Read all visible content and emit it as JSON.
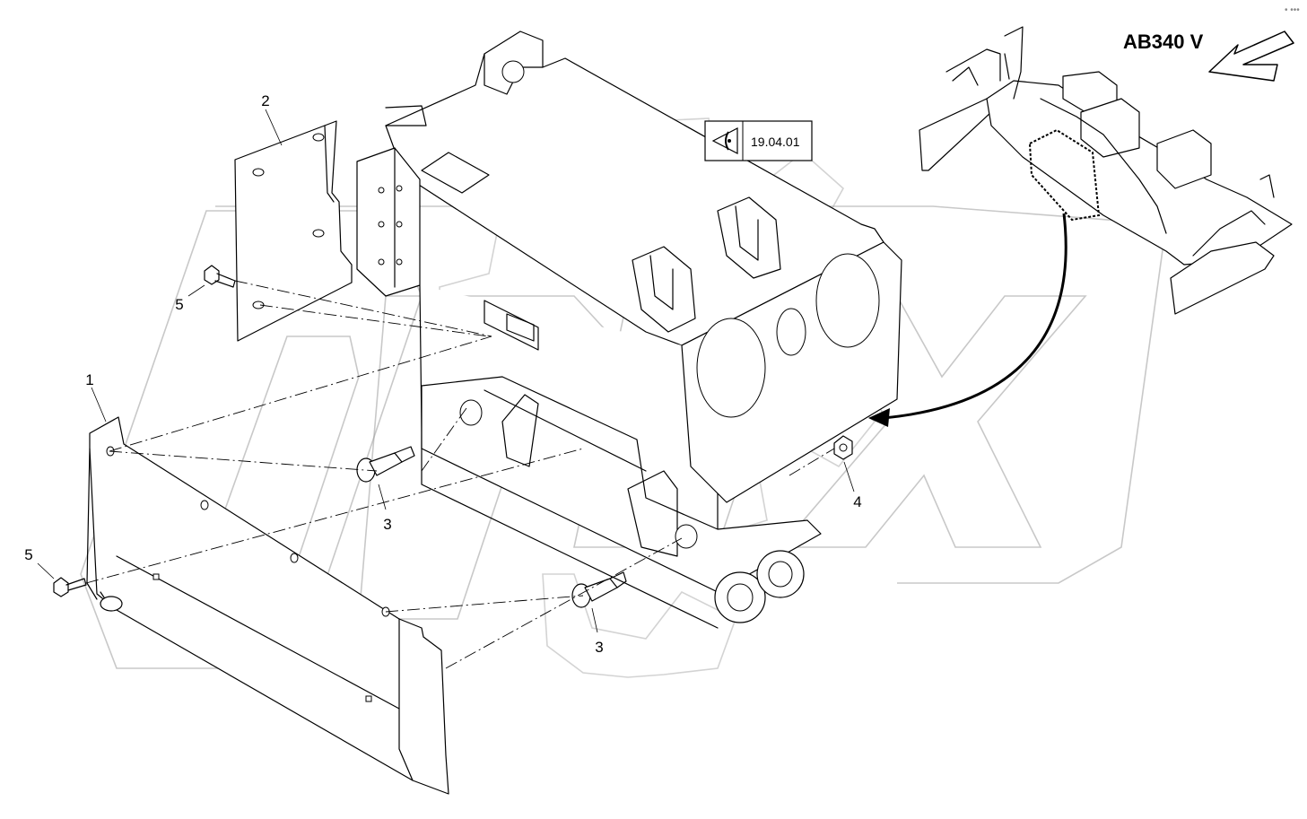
{
  "title": "AB340 V",
  "reference_box": {
    "icon": "eye-icon",
    "code": "19.04.01"
  },
  "watermark": {
    "text": "OPEX",
    "color": "#9a9a9a"
  },
  "top_right_marks": "• •••",
  "callouts": {
    "c1": "1",
    "c2": "2",
    "c3a": "3",
    "c3b": "3",
    "c4": "4",
    "c5a": "5",
    "c5b": "5"
  },
  "colors": {
    "line": "#000000",
    "background": "#ffffff",
    "watermark": "#9a9a9a"
  }
}
